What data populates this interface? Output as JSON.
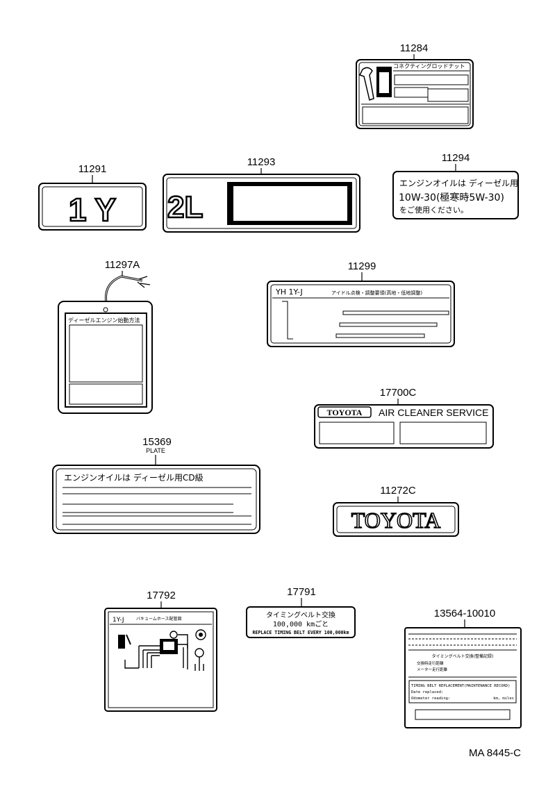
{
  "parts": [
    {
      "id": "p11284",
      "number": "11284",
      "text": "コネクティングロッドナット"
    },
    {
      "id": "p11291",
      "number": "11291",
      "text": "1 Y"
    },
    {
      "id": "p11293",
      "number": "11293",
      "text": "2L"
    },
    {
      "id": "p11294",
      "number": "11294",
      "lines": [
        "エンジンオイルは ディーゼル用",
        "10W-30(極寒時5W-30)",
        "をご使用ください。"
      ]
    },
    {
      "id": "p11297A",
      "number": "11297A",
      "text": "ディーゼルエンジン始動方法"
    },
    {
      "id": "p11299",
      "number": "11299",
      "text": "YH 1Y-J",
      "subtext": "アイドル点検・調整要領(高地・低地調整)"
    },
    {
      "id": "p17700C",
      "number": "17700C",
      "brand": "TOYOTA",
      "text": "AIR CLEANER SERVICE"
    },
    {
      "id": "p15369",
      "number": "15369",
      "sub": "PLATE",
      "text": "エンジンオイルは ディーゼル用CD級"
    },
    {
      "id": "p11272C",
      "number": "11272C",
      "text": "TOYOTA"
    },
    {
      "id": "p17792",
      "number": "17792",
      "text": "1Y-J",
      "subtext": "バキュームホース配管図"
    },
    {
      "id": "p17791",
      "number": "17791",
      "lines": [
        "タイミングベルト交換",
        "100,000 kmごと",
        "REPLACE TIMING BELT EVERY 100,000km"
      ]
    },
    {
      "id": "p13564",
      "number": "13564-10010",
      "lines": [
        "タイミングベルト交換(整備記録)",
        "交換時走行距離",
        "メーター走行距離",
        "TIMING BELT REPLACEMENT(MAINTENANCE RECORD)",
        "Date replaced:",
        "Odometer reading:",
        "km, miles"
      ]
    }
  ],
  "footer": {
    "code": "MA 8445-C"
  }
}
